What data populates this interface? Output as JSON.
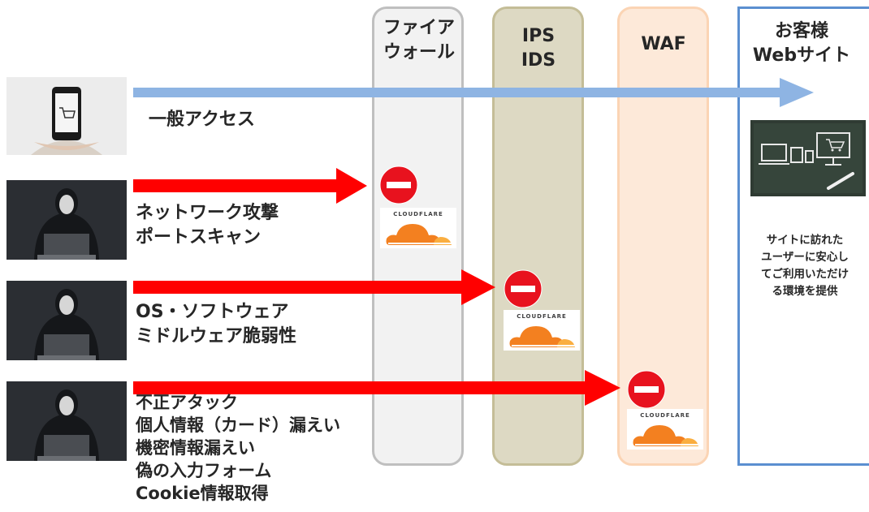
{
  "columns": {
    "firewall": "ファイア\nウォール",
    "ips_ids": "IPS\nIDS",
    "waf": "WAF",
    "website": "お客様\nWebサイト"
  },
  "rows": [
    {
      "label": "一般アクセス",
      "blocked_at": null
    },
    {
      "label": "ネットワーク攻撃\nポートスキャン",
      "blocked_at": "firewall"
    },
    {
      "label": "OS・ソフトウェア\nミドルウェア脆弱性",
      "blocked_at": "ips_ids"
    },
    {
      "label": "不正アタック\n個人情報（カード）漏えい\n機密情報漏えい\n偽の入力フォーム\nCookie情報取得",
      "blocked_at": "waf"
    }
  ],
  "website_note": "サイトに訪れた\nユーザーに安心し\nてご利用いただけ\nる環境を提供",
  "badge_text": "CLOUDFLARE",
  "colors": {
    "access_arrow": "#8eb4e3",
    "attack_arrow": "#ff0000",
    "cloudflare_orange": "#f38020",
    "cloudflare_light": "#faae40",
    "site_border": "#5b8fd0"
  },
  "icons": {
    "block": "no-entry-icon",
    "shield": "cloudflare-logo"
  }
}
